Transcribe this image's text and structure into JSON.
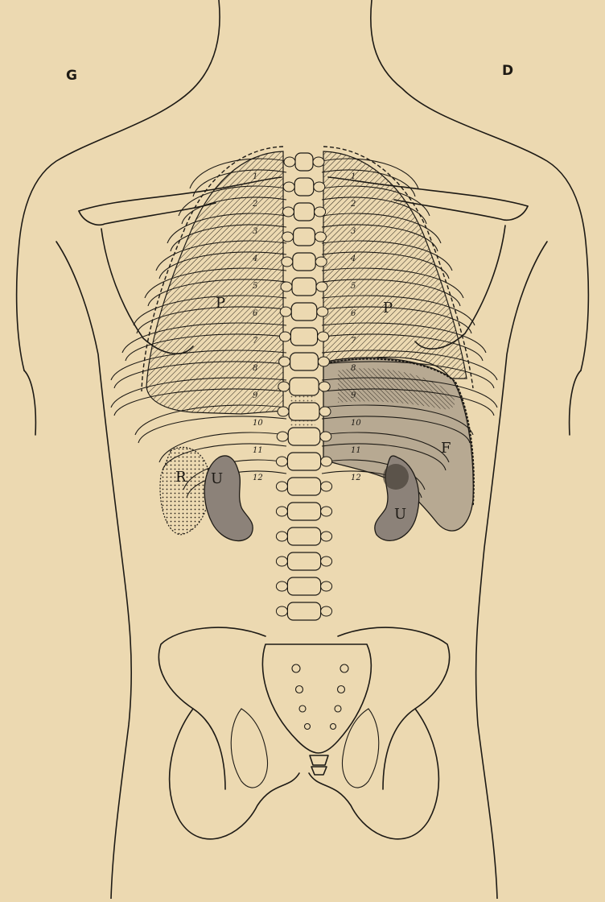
{
  "labels": {
    "left_side": "G",
    "right_side": "D",
    "lung_left": "P",
    "lung_right": "P",
    "spleen": "R",
    "kidney_left": "U",
    "kidney_right": "U",
    "liver": "F",
    "rib_numbers_left": [
      "1",
      "2",
      "3",
      "4",
      "5",
      "6",
      "7",
      "8",
      "9",
      "10",
      "11",
      "12"
    ],
    "rib_numbers_right": [
      "1",
      "2",
      "3",
      "4",
      "5",
      "6",
      "7",
      "8",
      "9",
      "10",
      "11",
      "12"
    ]
  },
  "colors": {
    "paper": "#ecd9b1",
    "ink": "#1d1a15",
    "organ_shade": "#8c8279"
  }
}
